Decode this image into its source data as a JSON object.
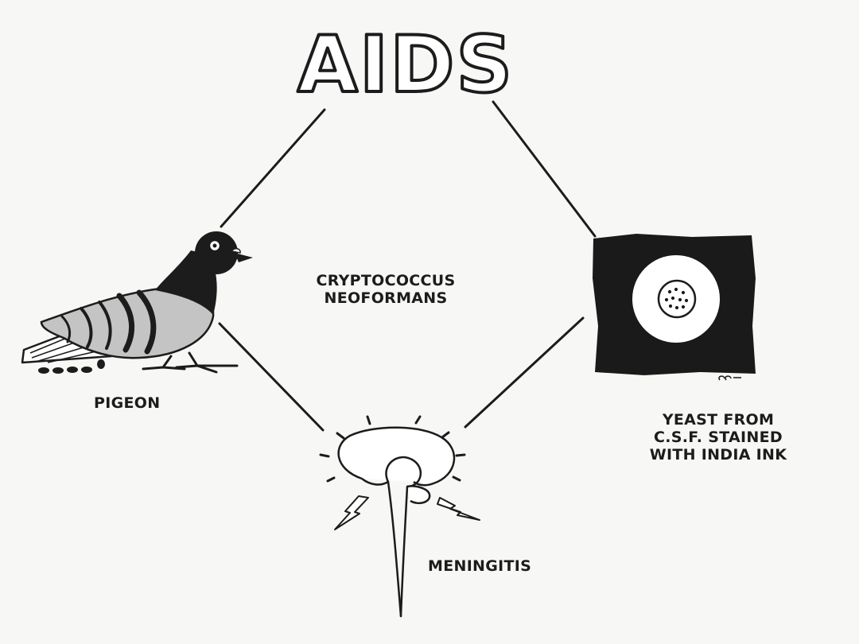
{
  "title": "AIDS",
  "center_label": [
    "CRYPTOCOCCUS",
    "NEOFORMANS"
  ],
  "nodes": {
    "pigeon": {
      "label": "PIGEON"
    },
    "yeast": {
      "label": [
        "YEAST FROM",
        "C.S.F. STAINED",
        "WITH INDIA INK"
      ],
      "artist_initials": "cc"
    },
    "meningitis": {
      "label": "MENINGITIS"
    }
  },
  "colors": {
    "ink": "#1c1c1c",
    "paper": "#f7f7f5",
    "stain": "#1a1a1a",
    "pigeon_gray": "#c4c4c4"
  }
}
